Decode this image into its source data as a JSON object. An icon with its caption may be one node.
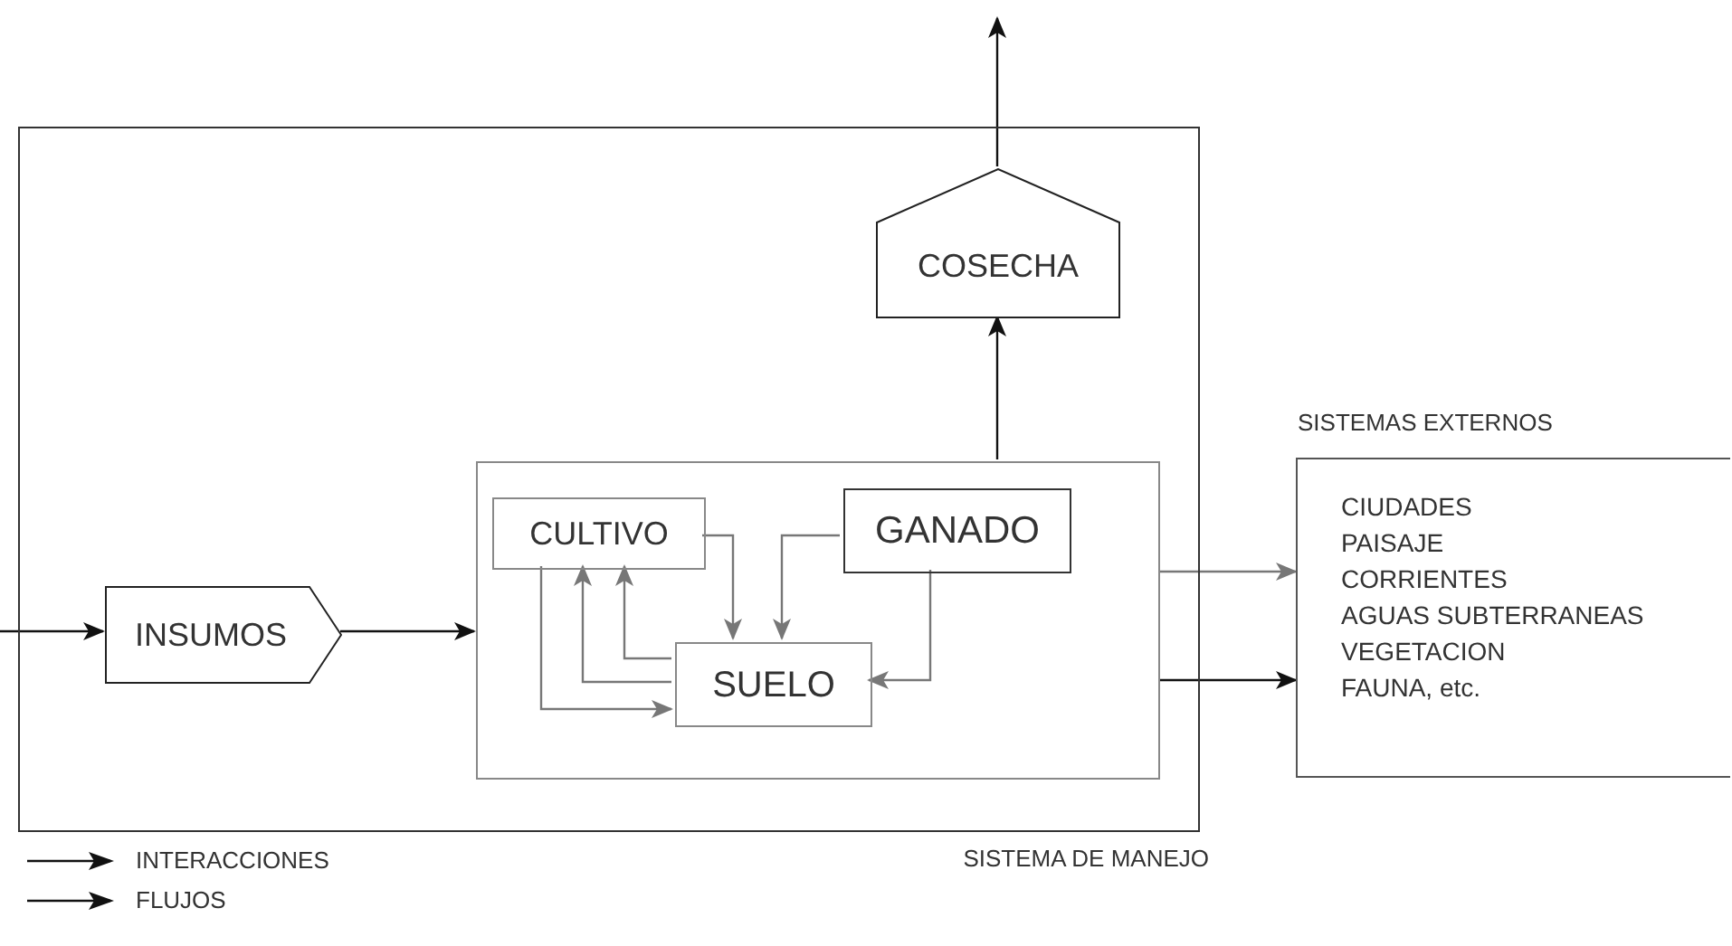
{
  "diagram": {
    "nodes": [
      {
        "text": [
          "SISTEMA DE MANEJO"
        ]
      },
      {
        "text": [
          "COSECHA"
        ],
        "in": 0
      },
      {
        "text": [
          "INSUMOS"
        ],
        "in": 0
      },
      {
        "text": [],
        "shape": "box",
        "in": 0
      },
      {
        "text": [
          "CULTIVO"
        ],
        "in": 3
      },
      {
        "text": [
          "GANADO"
        ],
        "in": 3
      },
      {
        "text": [
          "SUELO"
        ],
        "in": 3
      },
      {
        "text": [
          "SISTEMAS EXTERNOS",
          "CIUDADES",
          "PAISAJE",
          "CORRIENTES",
          "AGUAS SUBTERRANEAS",
          "VEGETACION",
          "FAUNA, etc."
        ]
      }
    ],
    "edges": [
      {
        "from": null,
        "to": 2,
        "arrow": "to",
        "color": "#111111"
      },
      {
        "from": 2,
        "to": 3,
        "arrow": "to",
        "color": "#111111"
      },
      {
        "from": 3,
        "to": 1,
        "arrow": "to",
        "color": "#111111"
      },
      {
        "from": 1,
        "to": null,
        "arrow": "to",
        "color": "#111111"
      },
      {
        "from": 4,
        "to": 6,
        "arrow": "to"
      },
      {
        "from": 5,
        "to": 6,
        "arrow": "to"
      },
      {
        "from": 6,
        "to": 4,
        "arrow": "to"
      },
      {
        "from": 6,
        "to": 4,
        "arrow": "to"
      },
      {
        "from": 4,
        "to": 6,
        "arrow": "to"
      },
      {
        "from": 5,
        "to": 6,
        "arrow": "to"
      },
      {
        "from": 3,
        "to": 7,
        "arrow": "to"
      },
      {
        "from": 3,
        "to": 7,
        "arrow": "to",
        "color": "#111111"
      }
    ],
    "legend": [
      {
        "text": "INTERACCIONES"
      },
      {
        "text": "FLUJOS"
      }
    ]
  }
}
